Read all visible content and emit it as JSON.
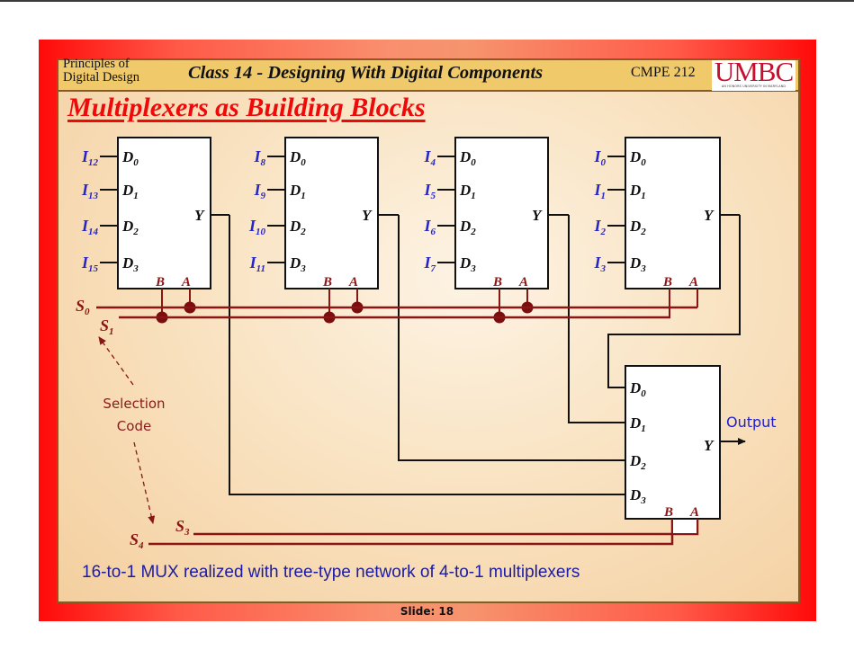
{
  "header": {
    "course_name_line1": "Principles of",
    "course_name_line2": "Digital Design",
    "class_title": "Class 14 - Designing With Digital Components",
    "course_code": "CMPE 212",
    "logo_text": "UMBC",
    "logo_tagline": "AN HONORS UNIVERSITY IN MARYLAND"
  },
  "slide": {
    "title": "Multiplexers as Building Blocks",
    "caption": "16-to-1 MUX realized with tree-type network of 4-to-1 multiplexers",
    "slide_number": "Slide: 18"
  },
  "colors": {
    "frame_red": "#ff0a0a",
    "header_gold": "#efc96a",
    "title_red": "#ee0a0a",
    "input_label_blue": "#2525c8",
    "select_wire": "#8b1414",
    "caption_blue": "#1b1ba6"
  },
  "diagram": {
    "muxes": [
      {
        "id": "mux-1",
        "inputs": [
          {
            "name": "I",
            "sub": "12",
            "pin": "D",
            "pin_sub": "0"
          },
          {
            "name": "I",
            "sub": "13",
            "pin": "D",
            "pin_sub": "1"
          },
          {
            "name": "I",
            "sub": "14",
            "pin": "D",
            "pin_sub": "2"
          },
          {
            "name": "I",
            "sub": "15",
            "pin": "D",
            "pin_sub": "3"
          }
        ],
        "output": "Y",
        "select_b": "B",
        "select_a": "A"
      },
      {
        "id": "mux-2",
        "inputs": [
          {
            "name": "I",
            "sub": "8",
            "pin": "D",
            "pin_sub": "0"
          },
          {
            "name": "I",
            "sub": "9",
            "pin": "D",
            "pin_sub": "1"
          },
          {
            "name": "I",
            "sub": "10",
            "pin": "D",
            "pin_sub": "2"
          },
          {
            "name": "I",
            "sub": "11",
            "pin": "D",
            "pin_sub": "3"
          }
        ],
        "output": "Y",
        "select_b": "B",
        "select_a": "A"
      },
      {
        "id": "mux-3",
        "inputs": [
          {
            "name": "I",
            "sub": "4",
            "pin": "D",
            "pin_sub": "0"
          },
          {
            "name": "I",
            "sub": "5",
            "pin": "D",
            "pin_sub": "1"
          },
          {
            "name": "I",
            "sub": "6",
            "pin": "D",
            "pin_sub": "2"
          },
          {
            "name": "I",
            "sub": "7",
            "pin": "D",
            "pin_sub": "3"
          }
        ],
        "output": "Y",
        "select_b": "B",
        "select_a": "A"
      },
      {
        "id": "mux-4",
        "inputs": [
          {
            "name": "I",
            "sub": "0",
            "pin": "D",
            "pin_sub": "0"
          },
          {
            "name": "I",
            "sub": "1",
            "pin": "D",
            "pin_sub": "1"
          },
          {
            "name": "I",
            "sub": "2",
            "pin": "D",
            "pin_sub": "2"
          },
          {
            "name": "I",
            "sub": "3",
            "pin": "D",
            "pin_sub": "3"
          }
        ],
        "output": "Y",
        "select_b": "B",
        "select_a": "A"
      }
    ],
    "final_mux": {
      "pins": [
        {
          "pin": "D",
          "pin_sub": "0"
        },
        {
          "pin": "D",
          "pin_sub": "1"
        },
        {
          "pin": "D",
          "pin_sub": "2"
        },
        {
          "pin": "D",
          "pin_sub": "3"
        }
      ],
      "output": "Y",
      "output_label": "Output",
      "select_b": "B",
      "select_a": "A"
    },
    "select_lines": {
      "s0": {
        "name": "S",
        "sub": "0"
      },
      "s1": {
        "name": "S",
        "sub": "1"
      },
      "s3": {
        "name": "S",
        "sub": "3"
      },
      "s4": {
        "name": "S",
        "sub": "4"
      }
    },
    "annotation": {
      "line1": "Selection",
      "line2": "Code"
    }
  }
}
